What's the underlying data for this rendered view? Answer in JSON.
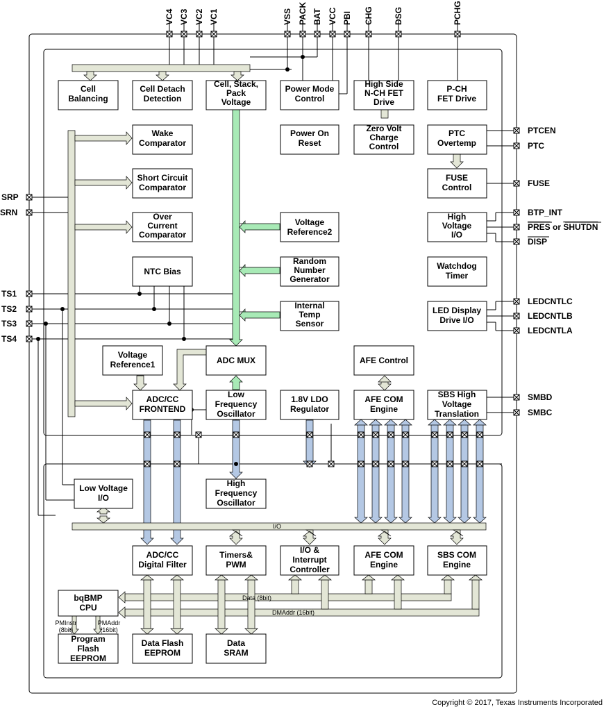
{
  "pins_top": [
    "VC4",
    "VC3",
    "VC2",
    "VC1",
    "VSS",
    "PACK",
    "BAT",
    "VCC",
    "PBI",
    "CHG",
    "DSG",
    "PCHG"
  ],
  "pins_left": [
    "SRP",
    "SRN",
    "TS1",
    "TS2",
    "TS3",
    "TS4"
  ],
  "pins_right": {
    "ptcen": "PTCEN",
    "ptc": "PTC",
    "fuse": "FUSE",
    "btp_int": "BTP_INT",
    "pres": "PRES",
    "or_word": " or ",
    "shutdn": "SHUTDN",
    "disp": "DISP",
    "ledcntlc": "LEDCNTLC",
    "ledcntlb": "LEDCNTLB",
    "ledcntla": "LEDCNTLA",
    "smbd": "SMBD",
    "smbc": "SMBC"
  },
  "blocks": {
    "cell_balancing": [
      "Cell",
      "Balancing"
    ],
    "cell_detach": [
      "Cell Detach",
      "Detection"
    ],
    "cell_stack": [
      "Cell, Stack,",
      "Pack",
      "Voltage"
    ],
    "power_mode": [
      "Power Mode",
      "Control"
    ],
    "high_side": [
      "High Side",
      "N-CH FET",
      "Drive"
    ],
    "pch_drive": [
      "P-CH",
      "FET Drive"
    ],
    "wake_comp": [
      "Wake",
      "Comparator"
    ],
    "power_on_reset": [
      "Power On",
      "Reset"
    ],
    "zero_volt": [
      "Zero Volt",
      "Charge",
      "Control"
    ],
    "ptc_overtemp": [
      "PTC",
      "Overtemp"
    ],
    "short_circuit": [
      "Short Circuit",
      "Comparator"
    ],
    "fuse_control": [
      "FUSE",
      "Control"
    ],
    "over_current": [
      "Over",
      "Current",
      "Comparator"
    ],
    "vref2": [
      "Voltage",
      "Reference2"
    ],
    "high_voltage_io": [
      "High",
      "Voltage",
      "I/O"
    ],
    "ntc_bias": [
      "NTC Bias"
    ],
    "rng": [
      "Random",
      "Number",
      "Generator"
    ],
    "watchdog": [
      "Watchdog",
      "Timer"
    ],
    "temp_sensor": [
      "Internal",
      "Temp",
      "Sensor"
    ],
    "led_drive": [
      "LED Display",
      "Drive I/O"
    ],
    "vref1": [
      "Voltage",
      "Reference1"
    ],
    "adc_mux": [
      "ADC MUX"
    ],
    "afe_control": [
      "AFE Control"
    ],
    "adc_frontend": [
      "ADC/CC",
      "FRONTEND"
    ],
    "lf_osc": [
      "Low",
      "Frequency",
      "Oscillator"
    ],
    "ldo": [
      "1.8V LDO",
      "Regulator"
    ],
    "afe_com_hv": [
      "AFE COM",
      "Engine"
    ],
    "sbs_hv": [
      "SBS High",
      "Voltage",
      "Translation"
    ],
    "lv_io": [
      "Low Voltage",
      "I/O"
    ],
    "hf_osc": [
      "High",
      "Frequency",
      "Oscillator"
    ],
    "adc_digital": [
      "ADC/CC",
      "Digital Filter"
    ],
    "timers": [
      "Timers&",
      "PWM"
    ],
    "io_interrupt": [
      "I/O &",
      "Interrupt",
      "Controller"
    ],
    "afe_com_lv": [
      "AFE COM",
      "Engine"
    ],
    "sbs_com": [
      "SBS COM",
      "Engine"
    ],
    "cpu": [
      "bqBMP",
      "CPU"
    ],
    "program_flash": [
      "Program",
      "Flash",
      "EEPROM"
    ],
    "data_flash": [
      "Data Flash",
      "EEPROM"
    ],
    "data_sram": [
      "Data",
      "SRAM"
    ]
  },
  "bus_labels": {
    "io": "I/O",
    "data": "Data (8bit)",
    "dmaddr": "DMAddr (16bit)",
    "pminstr": [
      "PMInstr",
      "(8bit)"
    ],
    "pmaddr": [
      "PMAddr",
      "(16bit)"
    ]
  },
  "copyright": "Copyright © 2017, Texas Instruments Incorporated",
  "colors": {
    "bus_gray": "#e3e6d6",
    "bus_green": "#a8eab6",
    "bus_blue": "#b4c8e4"
  }
}
